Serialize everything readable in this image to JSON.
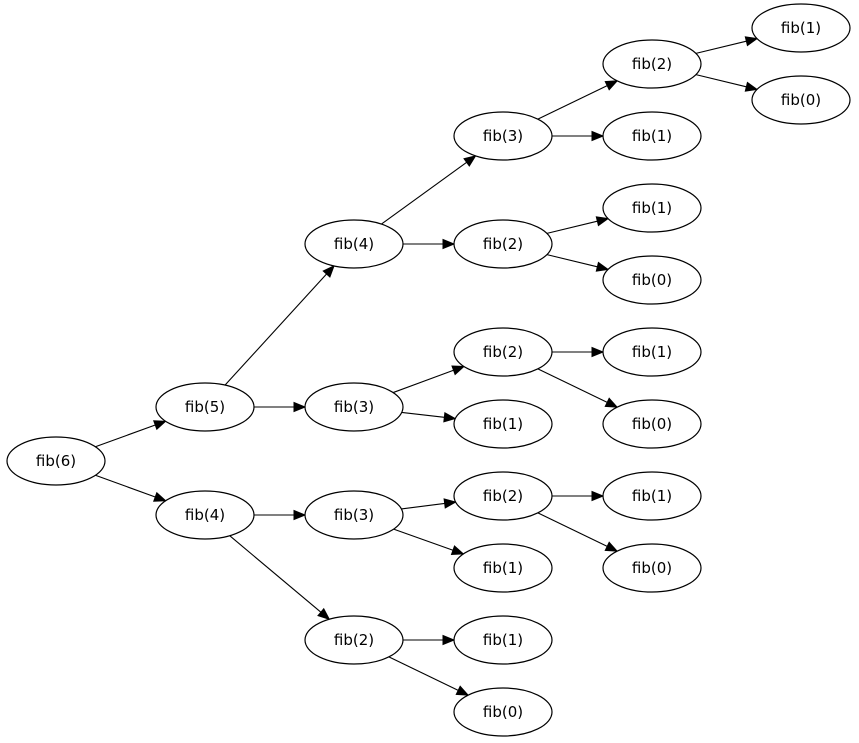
{
  "graph": {
    "direction": "left-to-right",
    "node_shape": "ellipse",
    "colors": {
      "background": "#ffffff",
      "stroke": "#000000",
      "text": "#000000"
    },
    "nodes": [
      {
        "id": "n6",
        "label": "fib(6)"
      },
      {
        "id": "n5",
        "label": "fib(5)"
      },
      {
        "id": "n4b",
        "label": "fib(4)"
      },
      {
        "id": "n4a",
        "label": "fib(4)"
      },
      {
        "id": "n3c",
        "label": "fib(3)"
      },
      {
        "id": "n3d",
        "label": "fib(3)"
      },
      {
        "id": "n2f",
        "label": "fib(2)"
      },
      {
        "id": "n3a",
        "label": "fib(3)"
      },
      {
        "id": "n2c",
        "label": "fib(2)"
      },
      {
        "id": "n2d",
        "label": "fib(2)"
      },
      {
        "id": "n1h",
        "label": "fib(1)"
      },
      {
        "id": "n2e",
        "label": "fib(2)"
      },
      {
        "id": "n1j",
        "label": "fib(1)"
      },
      {
        "id": "n1k",
        "label": "fib(1)"
      },
      {
        "id": "n0k",
        "label": "fib(0)"
      },
      {
        "id": "n2a",
        "label": "fib(2)"
      },
      {
        "id": "n1b",
        "label": "fib(1)"
      },
      {
        "id": "n1d",
        "label": "fib(1)"
      },
      {
        "id": "n0d",
        "label": "fib(0)"
      },
      {
        "id": "n1f",
        "label": "fib(1)"
      },
      {
        "id": "n0f",
        "label": "fib(0)"
      },
      {
        "id": "n1i",
        "label": "fib(1)"
      },
      {
        "id": "n0i",
        "label": "fib(0)"
      },
      {
        "id": "n1a",
        "label": "fib(1)"
      },
      {
        "id": "n0a",
        "label": "fib(0)"
      }
    ],
    "edges": [
      {
        "from": "n6",
        "to": "n5"
      },
      {
        "from": "n6",
        "to": "n4b"
      },
      {
        "from": "n5",
        "to": "n4a"
      },
      {
        "from": "n5",
        "to": "n3c"
      },
      {
        "from": "n4b",
        "to": "n3d"
      },
      {
        "from": "n4b",
        "to": "n2f"
      },
      {
        "from": "n4a",
        "to": "n3a"
      },
      {
        "from": "n4a",
        "to": "n2c"
      },
      {
        "from": "n3c",
        "to": "n2d"
      },
      {
        "from": "n3c",
        "to": "n1h"
      },
      {
        "from": "n3d",
        "to": "n2e"
      },
      {
        "from": "n3d",
        "to": "n1j"
      },
      {
        "from": "n2f",
        "to": "n1k"
      },
      {
        "from": "n2f",
        "to": "n0k"
      },
      {
        "from": "n3a",
        "to": "n2a"
      },
      {
        "from": "n3a",
        "to": "n1b"
      },
      {
        "from": "n2c",
        "to": "n1d"
      },
      {
        "from": "n2c",
        "to": "n0d"
      },
      {
        "from": "n2d",
        "to": "n1f"
      },
      {
        "from": "n2d",
        "to": "n0f"
      },
      {
        "from": "n2e",
        "to": "n1i"
      },
      {
        "from": "n2e",
        "to": "n0i"
      },
      {
        "from": "n2a",
        "to": "n1a"
      },
      {
        "from": "n2a",
        "to": "n0a"
      }
    ]
  }
}
